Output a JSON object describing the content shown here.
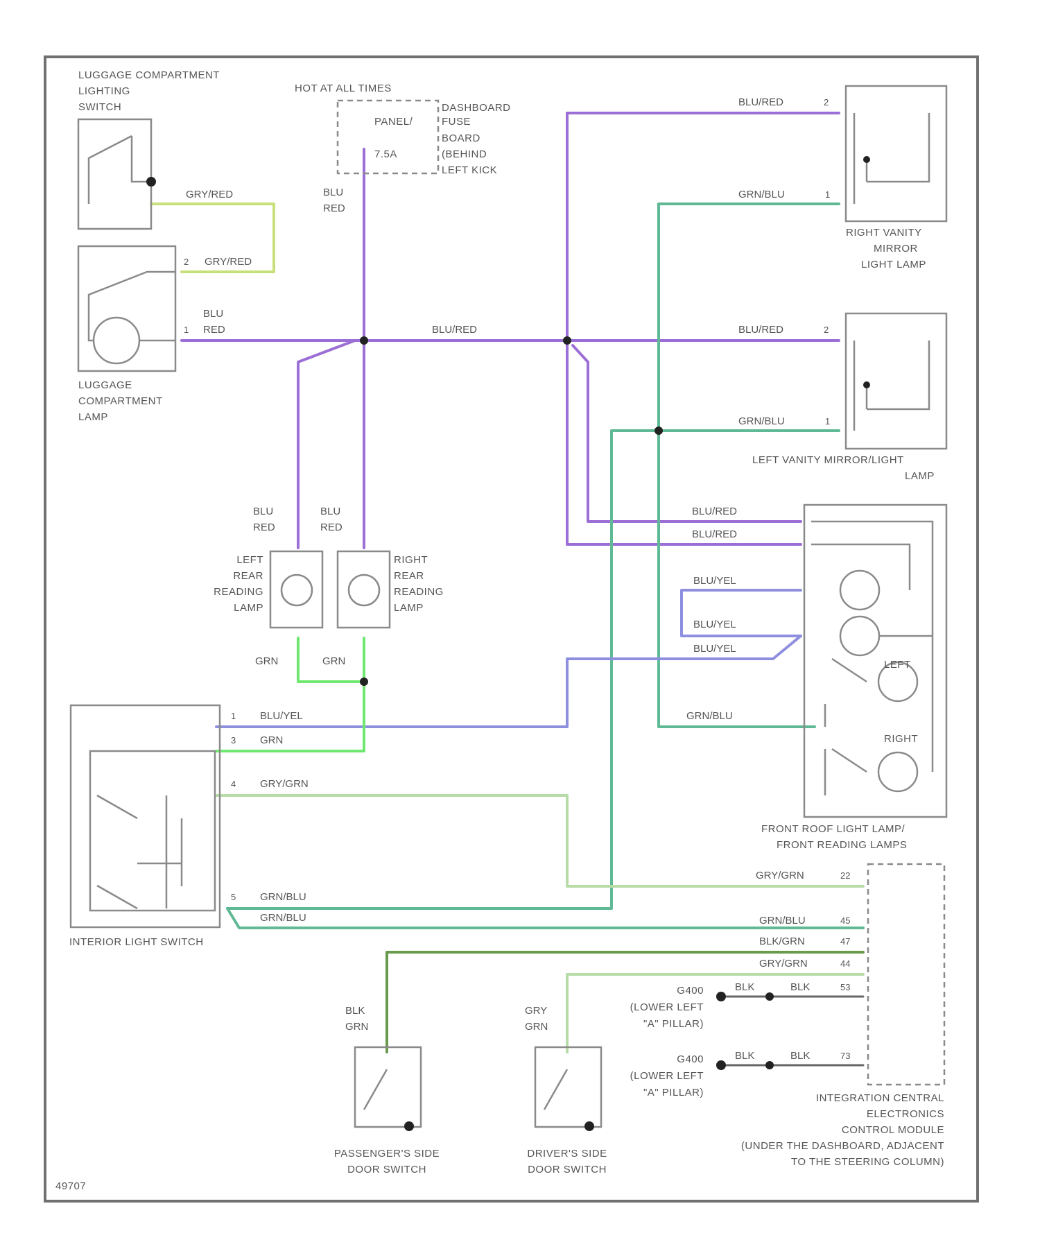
{
  "components": {
    "luggage_switch": [
      "LUGGAGE COMPARTMENT",
      "LIGHTING",
      "SWITCH"
    ],
    "hot_at_all_times": "HOT AT ALL TIMES",
    "fuse_labels": [
      "DASHBOARD",
      "PANEL/FUSE",
      "FUSE",
      "BOARD",
      "(BEHIND",
      "LEFT KICK"
    ],
    "fuse_left": [
      "PANEL/",
      "7.5A"
    ],
    "right_vanity": [
      "RIGHT VANITY",
      "MIRROR",
      "LIGHT LAMP"
    ],
    "left_vanity": [
      "LEFT VANITY MIRROR/LIGHT",
      "LAMP"
    ],
    "luggage_lamp": [
      "LUGGAGE",
      "COMPARTMENT",
      "LAMP"
    ],
    "left_rear_reading": [
      "LEFT",
      "REAR",
      "READING",
      "LAMP"
    ],
    "right_rear_reading": [
      "RIGHT",
      "REAR",
      "READING",
      "LAMP"
    ],
    "front_roof": [
      "FRONT ROOF LIGHT LAMP/",
      "FRONT READING LAMPS"
    ],
    "front_left": "LEFT",
    "front_right": "RIGHT",
    "interior_switch": "INTERIOR LIGHT SWITCH",
    "passenger_switch": [
      "PASSENGER'S SIDE",
      "DOOR SWITCH"
    ],
    "driver_switch": [
      "DRIVER'S SIDE",
      "DOOR SWITCH"
    ],
    "ground_lbl": [
      "G400",
      "(LOWER LEFT",
      "\"A\" PILLAR)"
    ],
    "icem": [
      "INTEGRATION CENTRAL",
      "ELECTRONICS",
      "CONTROL MODULE",
      "(UNDER THE DASHBOARD, ADJACENT",
      "TO THE STEERING COLUMN)"
    ],
    "diagram_id": "49707"
  },
  "wires": {
    "gry_red": "GRY/RED",
    "blu_red": "BLU/RED",
    "blu": "BLU",
    "red": "RED",
    "grn_blu": "GRN/BLU",
    "blu_yel": "BLU/YEL",
    "grn": "GRN",
    "gry_grn": "GRY/GRN",
    "blk_grn": "BLK/GRN",
    "blk": "BLK",
    "gry": "GRY"
  },
  "pins": {
    "p1": "1",
    "p2": "2",
    "p3": "3",
    "p4": "4",
    "p5": "5",
    "p22": "22",
    "p45": "45",
    "p47": "47",
    "p44": "44",
    "p53": "53",
    "p73": "73"
  },
  "colors": {
    "purple": "#9c6fd6",
    "green_blue": "#5fb994",
    "green": "#6fe86f",
    "yellow_green": "#c8e07a",
    "gray_green": "#b8dca8",
    "blu_yel": "#8f8fe0",
    "dark_green": "#6a9a4e",
    "line": "#7a7a7a"
  }
}
